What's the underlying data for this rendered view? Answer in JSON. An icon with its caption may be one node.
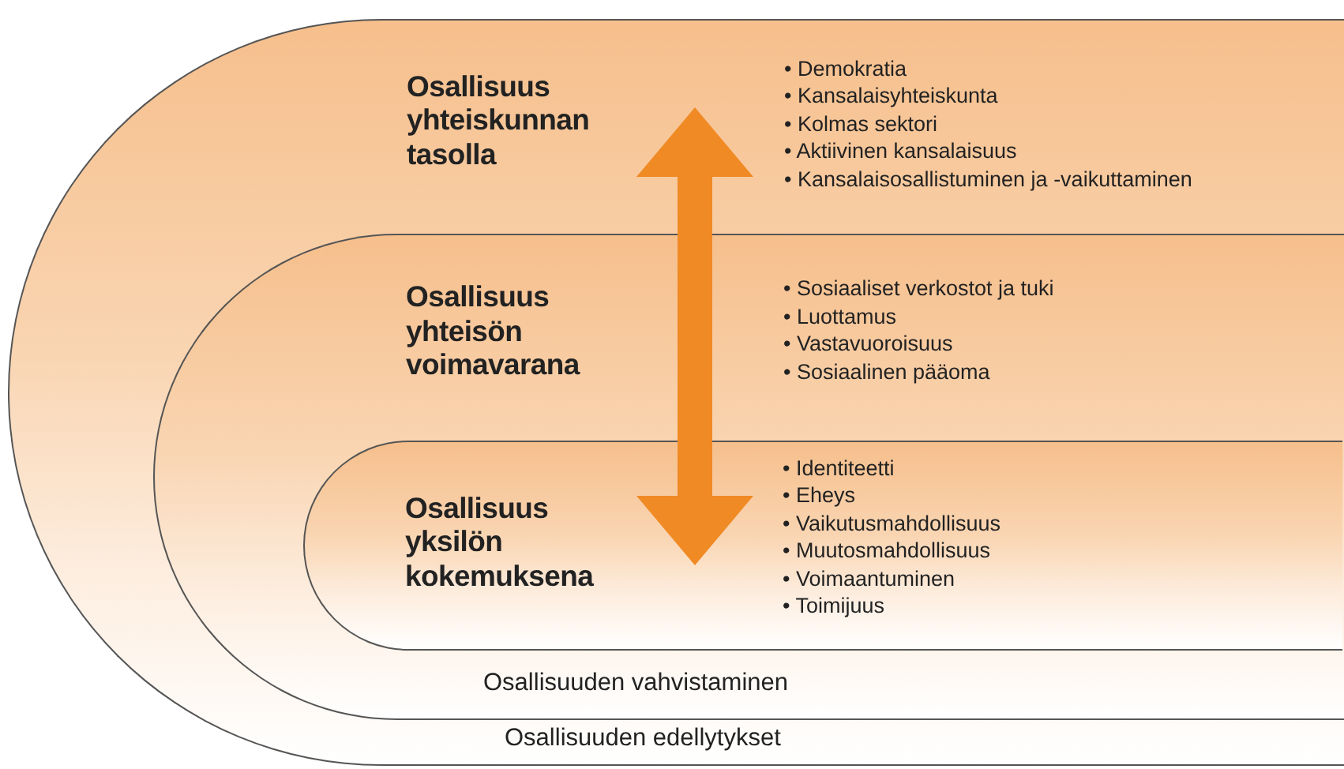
{
  "diagram": {
    "nodes": [
      {
        "text": [
          "Osallisuus yhteiskunnan tasolla",
          "• Demokratia",
          "• Kansalaisyhteiskunta",
          "• Kolmas sektori",
          "• Aktiivinen kansalaisuus",
          "• Kansalaisosallistuminen ja -vaikuttaminen",
          "Osallisuuden edellytykset"
        ]
      },
      {
        "text": [
          "Osallisuus yhteisön voimavarana",
          "• Sosiaaliset verkostot ja tuki",
          "• Luottamus",
          "• Vastavuoroisuus",
          "• Sosiaalinen pääoma",
          "Osallisuuden vahvistaminen"
        ],
        "in": 0
      },
      {
        "text": [
          "Osallisuus yksilön kokemuksena",
          "• Identiteetti",
          "• Eheys",
          "• Vaikutusmahdollisuus",
          "• Muutosmahdollisuus",
          "• Voimaantuminen",
          "• Toimijuus"
        ],
        "in": 1
      }
    ]
  }
}
